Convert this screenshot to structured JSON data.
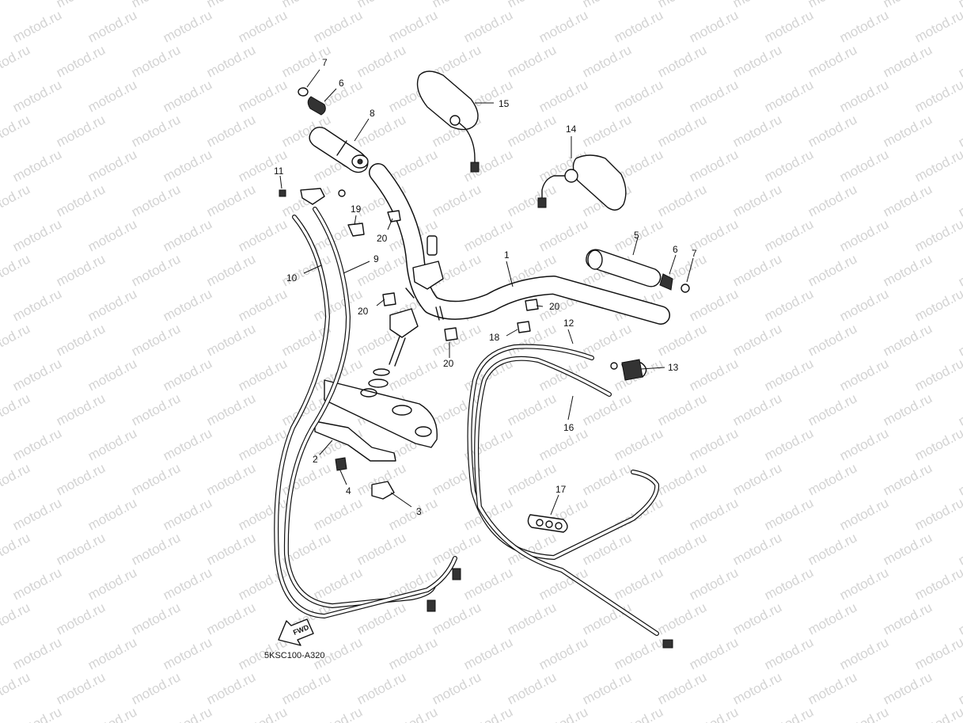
{
  "watermark": "motod.ru",
  "diagram_code": "5KSC100-A320",
  "fwd_label": "FWD",
  "callouts": {
    "c1": "1",
    "c2": "2",
    "c3": "3",
    "c4": "4",
    "c5": "5",
    "c6a": "6",
    "c6b": "6",
    "c7a": "7",
    "c7b": "7",
    "c8": "8",
    "c9": "9",
    "c10": "10",
    "c11": "11",
    "c12": "12",
    "c13": "13",
    "c14": "14",
    "c15": "15",
    "c16": "16",
    "c17": "17",
    "c18": "18",
    "c19": "19",
    "c20a": "20",
    "c20b": "20",
    "c20c": "20",
    "c20d": "20"
  },
  "colors": {
    "line": "#111111",
    "watermark": "#d3d3d3",
    "background": "#ffffff"
  }
}
